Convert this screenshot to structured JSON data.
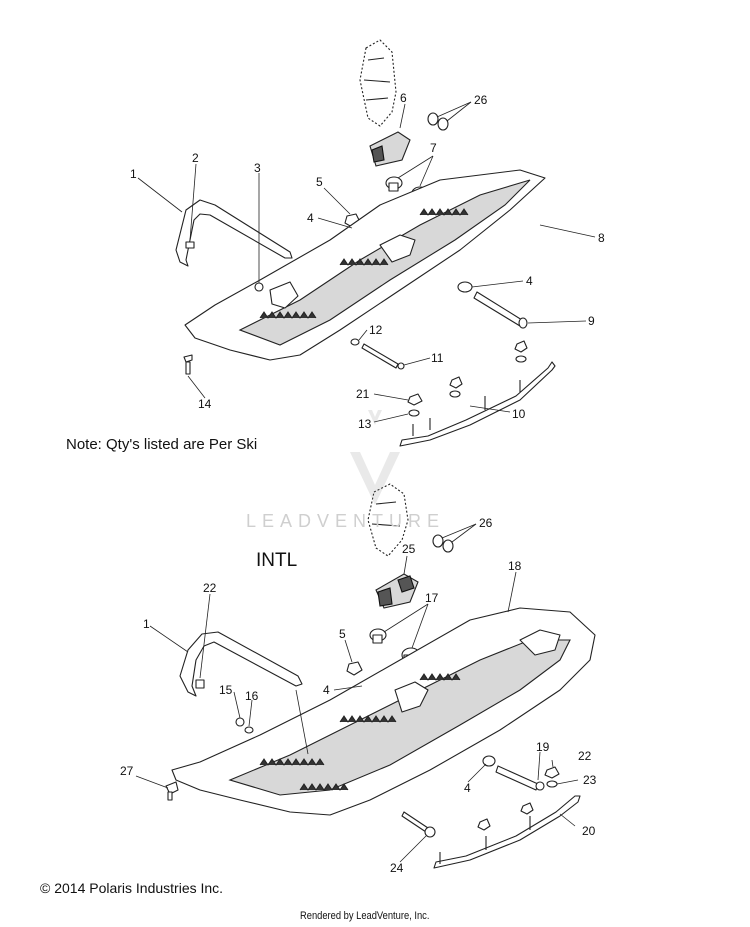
{
  "note": "Note: Qty's listed are Per Ski",
  "intl_label": "INTL",
  "copyright": "© 2014 Polaris Industries Inc.",
  "rendered_by": "Rendered by LeadVenture, Inc.",
  "watermark": "LEADVENTURE",
  "top_callouts": [
    "1",
    "2",
    "3",
    "4",
    "4",
    "5",
    "6",
    "7",
    "8",
    "9",
    "10",
    "11",
    "12",
    "13",
    "14",
    "21",
    "26"
  ],
  "bottom_callouts": [
    "1",
    "4",
    "4",
    "5",
    "15",
    "16",
    "17",
    "18",
    "19",
    "20",
    "22",
    "22",
    "23",
    "24",
    "25",
    "26",
    "27"
  ]
}
